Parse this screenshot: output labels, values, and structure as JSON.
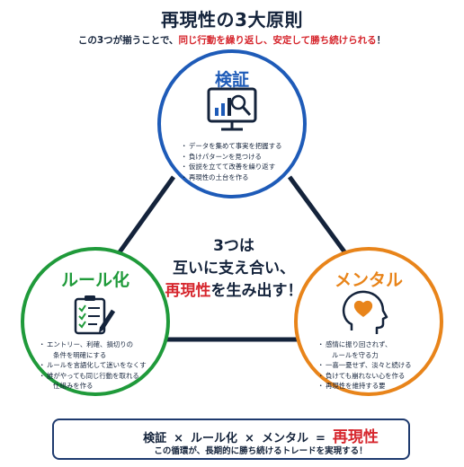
{
  "title": "再現性の3大原則",
  "subtitle": {
    "part1": "この3つが揃うことで、",
    "highlight": "同じ行動を繰り返し、安定して勝ち続けられる",
    "part2": "！"
  },
  "principles": {
    "verification": {
      "title": "検証",
      "color": "#1e5bb8",
      "icon": "monitor-magnifier-chart-icon",
      "bullets": [
        "データを集めて事実を把握する",
        "負けパターンを見つける",
        "仮説を立てて改善を繰り返す",
        "再現性の土台を作る"
      ]
    },
    "rules": {
      "title": "ルール化",
      "color": "#1f9a3a",
      "icon": "checklist-pencil-icon",
      "bullets": [
        "エントリー、利確、損切りの",
        "   条件を明確にする",
        "ルールを言語化して迷いをなくす",
        "誰がやっても同じ行動を取れる",
        "   仕組みを作る"
      ]
    },
    "mental": {
      "title": "メンタル",
      "color": "#e8841a",
      "icon": "head-heart-icon",
      "bullets": [
        "感情に振り回されず、",
        "   ルールを守る力",
        "一喜一憂せず、淡々と続ける",
        "負けても崩れない心を作る",
        "再現性を維持する要"
      ]
    }
  },
  "center": {
    "line1": "3つは",
    "line2": "互いに支え合い、",
    "line3_highlight": "再現性",
    "line3_rest": "を生み出す！"
  },
  "banner": {
    "term1": "検証",
    "op1": "×",
    "term2": "ルール化",
    "op2": "×",
    "term3": "メンタル",
    "eq": "=",
    "result": "再現性",
    "caption": "この循環が、長期的に勝ち続けるトレードを実現する！",
    "icon": "lightbulb-icon"
  },
  "colors": {
    "navy": "#14233b",
    "red": "#d6262d",
    "blue": "#1e5bb8",
    "green": "#1f9a3a",
    "orange": "#e8841a"
  }
}
